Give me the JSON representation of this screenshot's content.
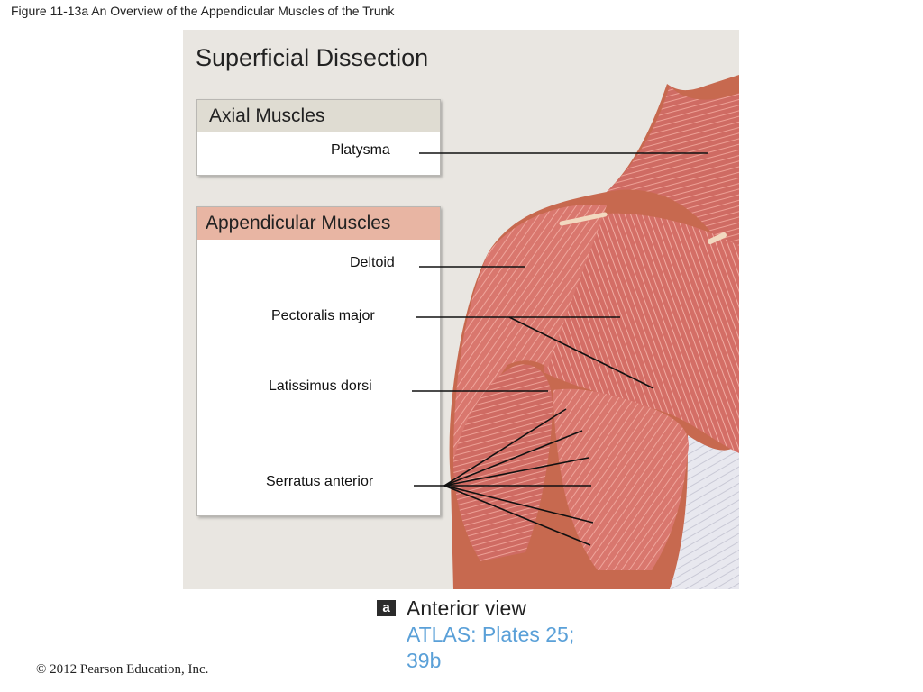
{
  "figure_title": "Figure 11-13a  An Overview of the Appendicular Muscles of the Trunk",
  "plate": {
    "title": "Superficial Dissection",
    "background_color": "#e9e6e1",
    "muscle_color": "#d9776e"
  },
  "axial_box": {
    "header": "Axial Muscles",
    "header_color": "#dfdcd2",
    "labels": [
      "Platysma"
    ]
  },
  "appendicular_box": {
    "header": "Appendicular Muscles",
    "header_color": "#e8b5a3",
    "labels": [
      "Deltoid",
      "Pectoralis major",
      "Latissimus dorsi",
      "Serratus anterior"
    ]
  },
  "panel": {
    "letter": "a",
    "view": "Anterior view",
    "atlas": "ATLAS: Plates 25; 39b",
    "atlas_color": "#5aa0d8"
  },
  "copyright": "© 2012 Pearson Education, Inc."
}
